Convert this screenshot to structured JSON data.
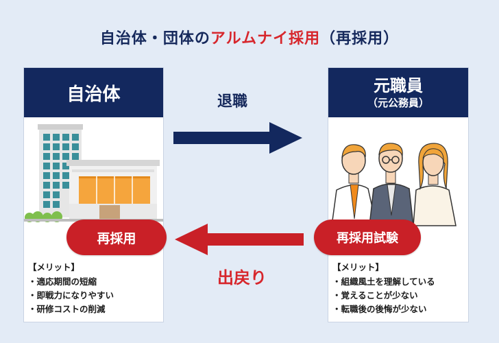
{
  "title": {
    "prefix": "自治体・団体の",
    "highlight": "アルムナイ採用",
    "suffix": "（再採用）"
  },
  "left_card": {
    "header": "自治体",
    "badge": "再採用",
    "merits_header": "【メリット】",
    "merits": [
      "適応期間の短縮",
      "即戦力になりやすい",
      "研修コストの削減"
    ]
  },
  "right_card": {
    "header": "元職員",
    "subheader": "（元公務員）",
    "badge": "再採用試験",
    "merits_header": "【メリット】",
    "merits": [
      "組織風土を理解している",
      "覚えることが少ない",
      "転職後の後悔が少ない"
    ]
  },
  "arrows": {
    "forward_label": "退職",
    "back_label": "出戻り"
  },
  "colors": {
    "navy": "#13285e",
    "red": "#c92027",
    "background": "#e3ebf6"
  }
}
